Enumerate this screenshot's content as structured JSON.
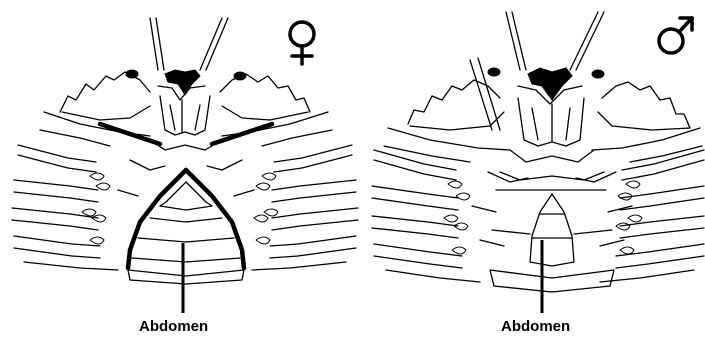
{
  "panels": [
    {
      "sex": "female",
      "symbol": "female-symbol",
      "label": "Abdomen"
    },
    {
      "sex": "male",
      "symbol": "male-symbol",
      "label": "Abdomen"
    }
  ],
  "colors": {
    "ink": "#000000",
    "background": "#ffffff"
  }
}
